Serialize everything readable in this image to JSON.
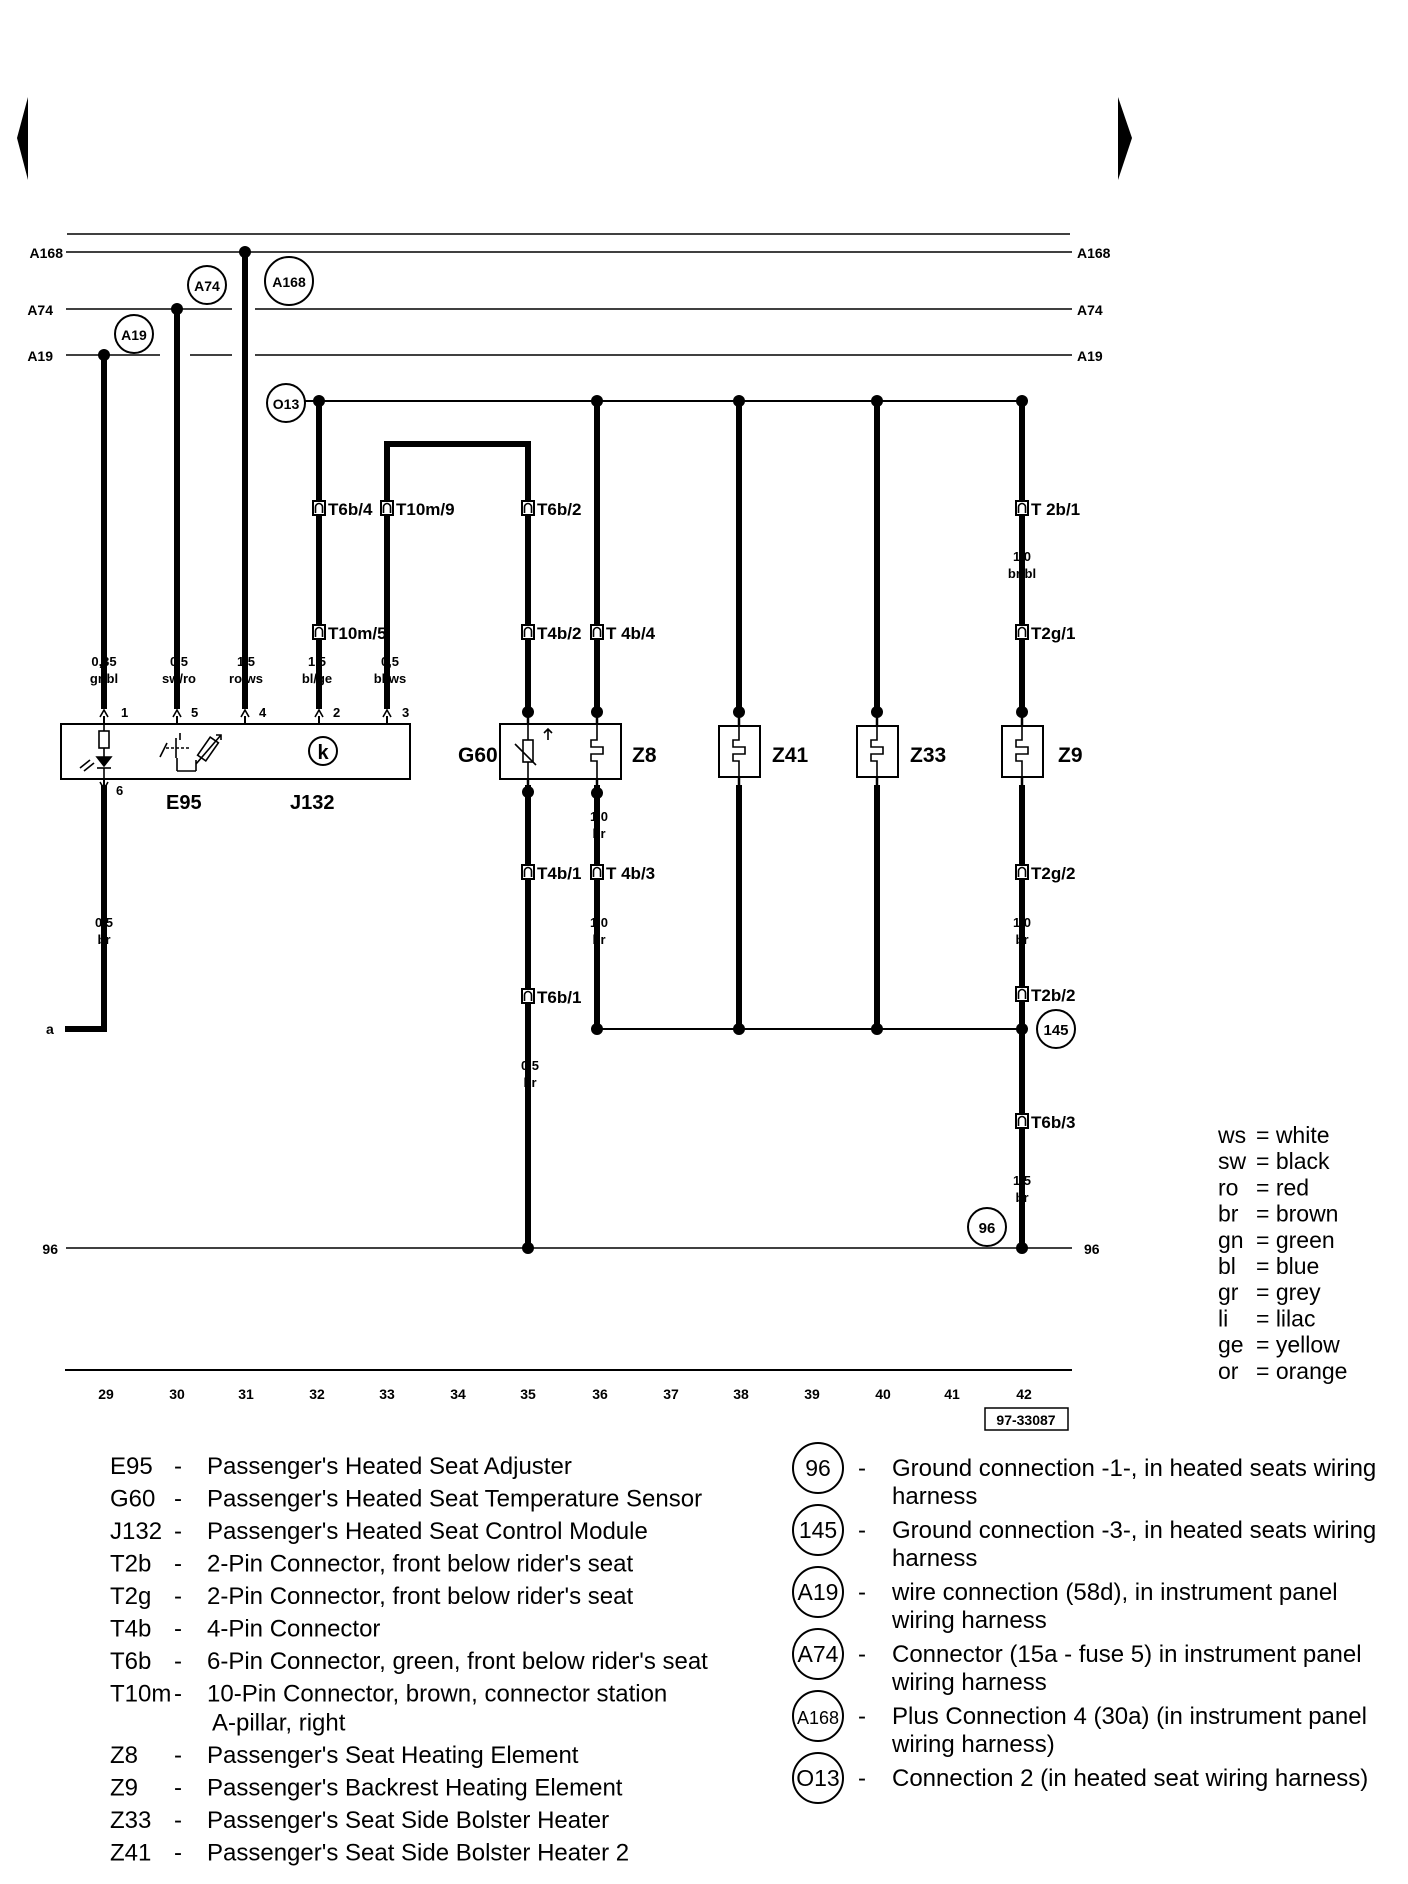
{
  "nav": {
    "prev_icon": "triangle-left-icon",
    "next_icon": "triangle-right-icon"
  },
  "buses": {
    "a168": "A168",
    "a74": "A74",
    "a19": "A19",
    "ground": "96",
    "a": "a"
  },
  "connection_markers": {
    "a168": "A168",
    "a74": "A74",
    "a19": "A19",
    "o13": "O13",
    "g145": "145",
    "g96": "96"
  },
  "connectors": {
    "t6b4": "T6b/4",
    "t10m9": "T10m/9",
    "t6b2": "T6b/2",
    "t2b1": "T 2b/1",
    "t10m5": "T10m/5",
    "t4b2": "T4b/2",
    "t4b4": "T 4b/4",
    "t2g1": "T2g/1",
    "t4b1": "T4b/1",
    "t4b3": "T 4b/3",
    "t2g2": "T2g/2",
    "t6b1": "T6b/1",
    "t2b2": "T2b/2",
    "t6b3": "T6b/3"
  },
  "wires": {
    "w29_top": [
      "0,35",
      "gr/bl"
    ],
    "w30_top": [
      "0,5",
      "sw/ro"
    ],
    "w31_top": [
      "1,5",
      "ro/ws"
    ],
    "w32_top": [
      "1,5",
      "bl/ge"
    ],
    "w33_top": [
      "0,5",
      "bl/ws"
    ],
    "w42_top": [
      "1,0",
      "br/bl"
    ],
    "w29_bottom": [
      "0,5",
      "br"
    ],
    "w36_a": [
      "1,0",
      "br"
    ],
    "w36_b": [
      "1,0",
      "br"
    ],
    "w35_bottom": [
      "0,5",
      "br"
    ],
    "w42_mid": [
      "1,0",
      "br"
    ],
    "w42_bottom": [
      "1,5",
      "br"
    ]
  },
  "pins": [
    "1",
    "5",
    "4",
    "2",
    "3",
    "6"
  ],
  "components": {
    "e95": "E95",
    "j132": "J132",
    "g60": "G60",
    "z8": "Z8",
    "z41": "Z41",
    "z33": "Z33",
    "z9": "Z9",
    "k_symbol": "k"
  },
  "color_code_legend": [
    [
      "ws",
      "= white"
    ],
    [
      "sw",
      "= black"
    ],
    [
      "ro",
      "= red"
    ],
    [
      "br",
      "= brown"
    ],
    [
      "gn",
      "= green"
    ],
    [
      "bl",
      "= blue"
    ],
    [
      "gr",
      "= grey"
    ],
    [
      "li",
      "= lilac"
    ],
    [
      "ge",
      "= yellow"
    ],
    [
      "or",
      "= orange"
    ]
  ],
  "current_tracks": [
    "29",
    "30",
    "31",
    "32",
    "33",
    "34",
    "35",
    "36",
    "37",
    "38",
    "39",
    "40",
    "41",
    "42"
  ],
  "diagram_id": "97-33087",
  "component_legend": [
    {
      "code": "E95",
      "dash": "-",
      "desc": "Passenger's Heated Seat Adjuster"
    },
    {
      "code": "G60",
      "dash": "-",
      "desc": "Passenger's Heated Seat Temperature Sensor"
    },
    {
      "code": "J132",
      "dash": "-",
      "desc": "Passenger's Heated Seat Control Module"
    },
    {
      "code": "T2b",
      "dash": "-",
      "desc": "2-Pin Connector, front below rider's seat"
    },
    {
      "code": "T2g",
      "dash": "-",
      "desc": "2-Pin Connector, front below rider's seat"
    },
    {
      "code": "T4b",
      "dash": "-",
      "desc": "4-Pin Connector"
    },
    {
      "code": "T6b",
      "dash": "-",
      "desc": "6-Pin Connector, green, front below rider's seat"
    },
    {
      "code": "T10m",
      "dash": "-",
      "desc": "10-Pin Connector, brown, connector station",
      "desc2": "A-pillar, right"
    },
    {
      "code": "Z8",
      "dash": "-",
      "desc": "Passenger's Seat Heating Element"
    },
    {
      "code": "Z9",
      "dash": "-",
      "desc": "Passenger's Backrest Heating Element"
    },
    {
      "code": "Z33",
      "dash": "-",
      "desc": "Passenger's Seat Side Bolster Heater"
    },
    {
      "code": "Z41",
      "dash": "-",
      "desc": "Passenger's Seat Side Bolster Heater 2"
    }
  ],
  "connection_legend": [
    {
      "marker": "96",
      "dash": "-",
      "line1": "Ground connection -1-, in heated seats wiring",
      "line2": "harness"
    },
    {
      "marker": "145",
      "dash": "-",
      "line1": "Ground connection -3-, in heated seats wiring",
      "line2": "harness"
    },
    {
      "marker": "A19",
      "dash": "-",
      "line1": "wire connection (58d), in instrument panel",
      "line2": "wiring harness"
    },
    {
      "marker": "A74",
      "dash": "-",
      "line1": "Connector (15a - fuse 5) in instrument panel",
      "line2": "wiring harness"
    },
    {
      "marker": "A168",
      "dash": "-",
      "line1": "Plus Connection 4 (30a) (in instrument panel",
      "line2": "wiring harness)"
    },
    {
      "marker": "O13",
      "dash": "-",
      "line1": "Connection 2 (in heated seat wiring harness)",
      "line2": ""
    }
  ]
}
